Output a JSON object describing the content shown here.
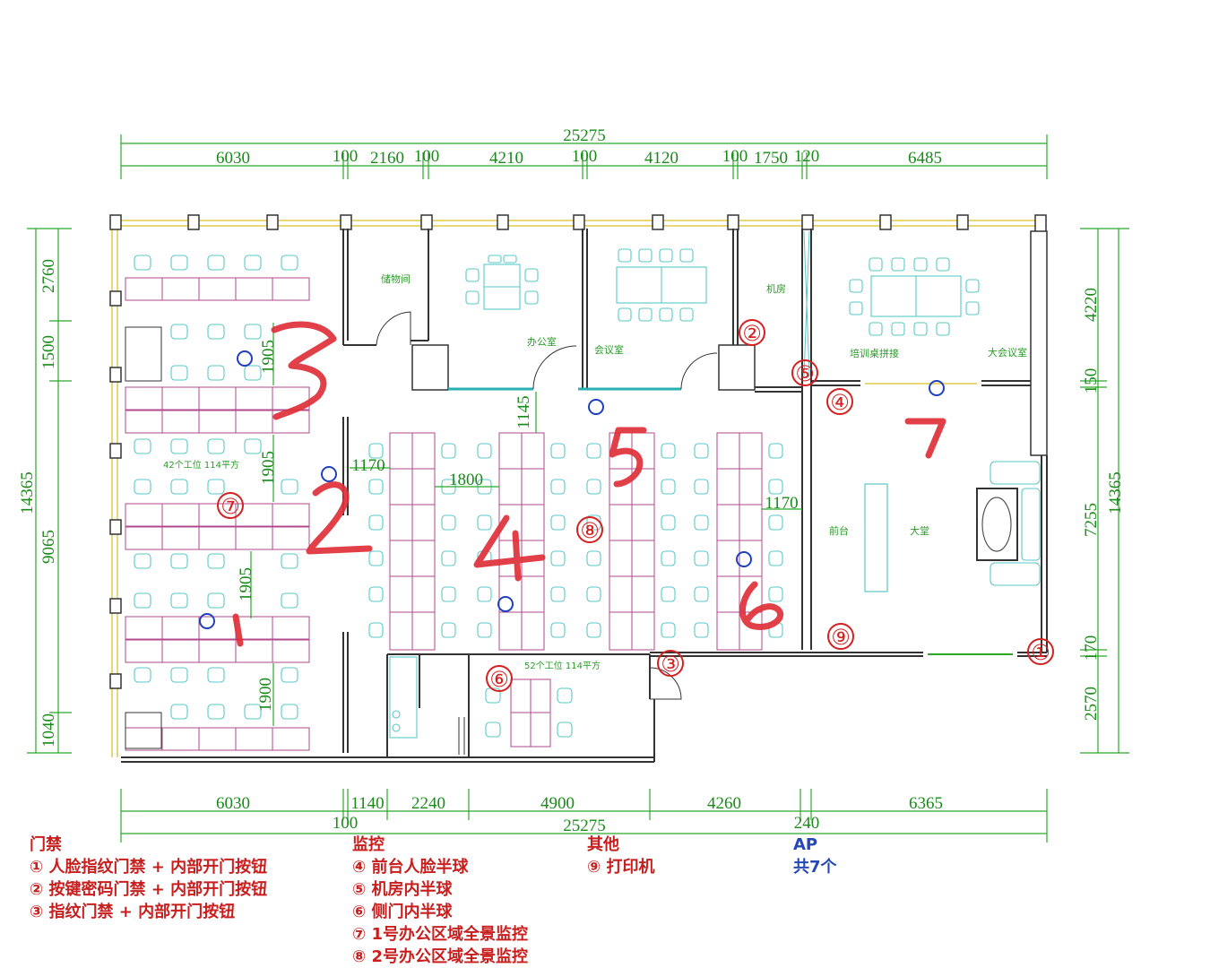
{
  "dimensions": {
    "top_total": "25275",
    "top": [
      "6030",
      "100",
      "2160",
      "100",
      "4210",
      "100",
      "4120",
      "100",
      "1750",
      "120",
      "6485"
    ],
    "bottom_total": "25275",
    "bottom": [
      "6030",
      "1140",
      "2240",
      "4900",
      "4260",
      "6365"
    ],
    "bottom_small": [
      "100",
      "240"
    ],
    "left_total": "14365",
    "left": [
      "2760",
      "1500",
      "9065",
      "1040"
    ],
    "right_total": "14365",
    "right": [
      "4220",
      "150",
      "7255",
      "170",
      "2570"
    ],
    "inner": [
      "1905",
      "1905",
      "1905",
      "1900",
      "1170",
      "1800",
      "1145",
      "1170"
    ]
  },
  "rooms": {
    "storage": "储物间",
    "office": "办公室",
    "meeting": "会议室",
    "server": "机房",
    "training": "培训桌拼接",
    "big_meeting": "大会议室",
    "front_desk": "前台",
    "lobby": "大堂",
    "area1_caption": "42个工位 114平方",
    "area2_caption": "52个工位 114平方"
  },
  "markers": [
    "①",
    "②",
    "③",
    "④",
    "⑤",
    "⑥",
    "⑦",
    "⑧",
    "⑨"
  ],
  "legend": {
    "access": {
      "title": "门禁",
      "items": [
        "① 人脸指纹门禁 + 内部开门按钮",
        "② 按键密码门禁 + 内部开门按钮",
        "③ 指纹门禁 + 内部开门按钮"
      ]
    },
    "monitor": {
      "title": "监控",
      "items": [
        "④ 前台人脸半球",
        "⑤ 机房内半球",
        "⑥ 侧门内半球",
        "⑦ 1号办公区域全景监控",
        "⑧ 2号办公区域全景监控"
      ]
    },
    "other": {
      "title": "其他",
      "items": [
        "⑨ 打印机"
      ]
    },
    "ap": {
      "title": "AP",
      "items": [
        "共7个"
      ]
    }
  },
  "colors": {
    "dimension": "#1a8a1a",
    "wall": "#333333",
    "furniture": "#5ac8c8",
    "desk": "#b04a8e",
    "marker": "#d42020",
    "ap": "#2040c0",
    "handwriting": "#e0303a"
  }
}
